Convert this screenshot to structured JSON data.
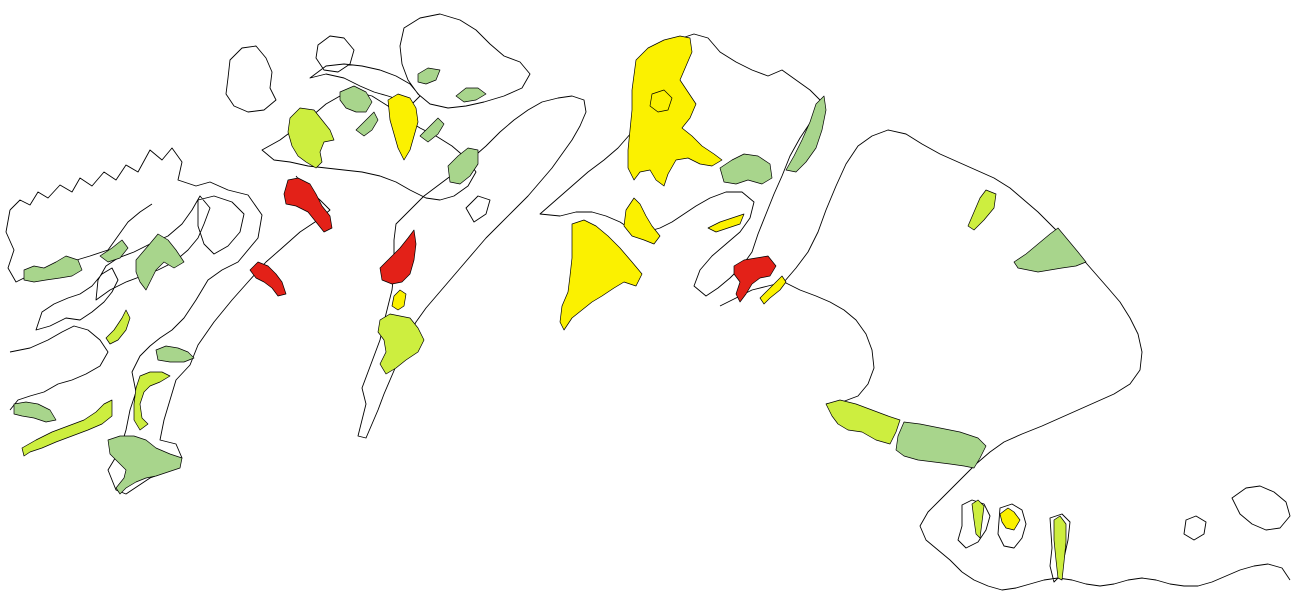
{
  "map": {
    "background": "#ffffff",
    "outline_color": "#000000",
    "legend": [],
    "categories": {
      "red": "#e32118",
      "yellow": "#fbf100",
      "light-green": "#cdee3f",
      "pale-green": "#a8d58c"
    },
    "zones": [
      {
        "id": "z01",
        "category": "pale-green"
      },
      {
        "id": "z02",
        "category": "pale-green"
      },
      {
        "id": "z03",
        "category": "pale-green"
      },
      {
        "id": "z04",
        "category": "light-green"
      },
      {
        "id": "z05",
        "category": "pale-green"
      },
      {
        "id": "z06",
        "category": "light-green"
      },
      {
        "id": "z07",
        "category": "light-green"
      },
      {
        "id": "z08",
        "category": "pale-green"
      },
      {
        "id": "z09",
        "category": "pale-green"
      },
      {
        "id": "z10",
        "category": "red"
      },
      {
        "id": "z11",
        "category": "red"
      },
      {
        "id": "z12",
        "category": "light-green"
      },
      {
        "id": "z13",
        "category": "pale-green"
      },
      {
        "id": "z14",
        "category": "yellow"
      },
      {
        "id": "z15",
        "category": "pale-green"
      },
      {
        "id": "z16",
        "category": "pale-green"
      },
      {
        "id": "z17",
        "category": "pale-green"
      },
      {
        "id": "z18",
        "category": "red"
      },
      {
        "id": "z19",
        "category": "yellow"
      },
      {
        "id": "z20",
        "category": "light-green"
      },
      {
        "id": "z21",
        "category": "yellow"
      },
      {
        "id": "z22",
        "category": "yellow"
      },
      {
        "id": "z23",
        "category": "yellow"
      },
      {
        "id": "z24",
        "category": "pale-green"
      },
      {
        "id": "z25",
        "category": "pale-green"
      },
      {
        "id": "z26",
        "category": "yellow"
      },
      {
        "id": "z27",
        "category": "red"
      },
      {
        "id": "z28",
        "category": "yellow"
      },
      {
        "id": "z29",
        "category": "light-green"
      },
      {
        "id": "z30",
        "category": "pale-green"
      },
      {
        "id": "z31",
        "category": "light-green"
      },
      {
        "id": "z32",
        "category": "pale-green"
      },
      {
        "id": "z33",
        "category": "light-green"
      },
      {
        "id": "z34",
        "category": "yellow"
      },
      {
        "id": "z35",
        "category": "light-green"
      }
    ]
  }
}
